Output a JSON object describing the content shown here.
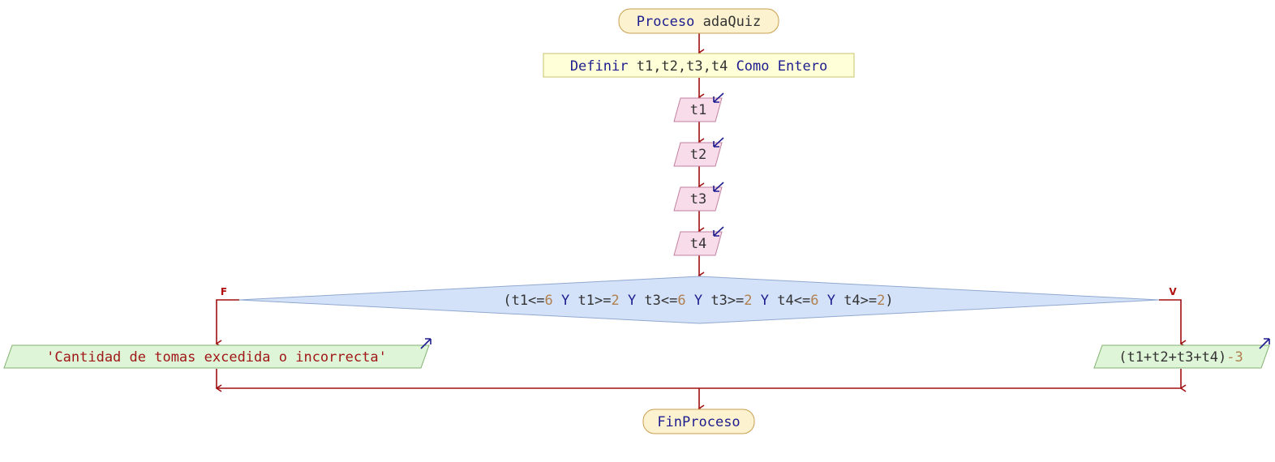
{
  "flowchart": {
    "start": {
      "keyword": "Proceso",
      "name": "adaQuiz"
    },
    "define": {
      "keyword": "Definir",
      "vars": "t1,t2,t3,t4",
      "keyword2": "Como",
      "type": "Entero"
    },
    "reads": [
      "t1",
      "t2",
      "t3",
      "t4"
    ],
    "decision": {
      "tokens": [
        {
          "t": "(t1<=",
          "c": "var"
        },
        {
          "t": "6",
          "c": "num"
        },
        {
          "t": " Y ",
          "c": "kw"
        },
        {
          "t": "t1>=",
          "c": "var"
        },
        {
          "t": "2",
          "c": "num"
        },
        {
          "t": " Y ",
          "c": "kw"
        },
        {
          "t": "t3<=",
          "c": "var"
        },
        {
          "t": "6",
          "c": "num"
        },
        {
          "t": " Y ",
          "c": "kw"
        },
        {
          "t": "t3>=",
          "c": "var"
        },
        {
          "t": "2",
          "c": "num"
        },
        {
          "t": " Y ",
          "c": "kw"
        },
        {
          "t": "t4<=",
          "c": "var"
        },
        {
          "t": "6",
          "c": "num"
        },
        {
          "t": " Y ",
          "c": "kw"
        },
        {
          "t": "t4>=",
          "c": "var"
        },
        {
          "t": "2",
          "c": "num"
        },
        {
          "t": ")",
          "c": "var"
        }
      ],
      "false_label": "F",
      "true_label": "V"
    },
    "output_false": "'Cantidad de tomas excedida o incorrecta'",
    "output_true": {
      "expr": "(t1+t2+t3+t4)",
      "op": "-",
      "num": "3"
    },
    "end": "FinProceso"
  },
  "colors": {
    "arrow": "#a01010",
    "terminal_fill": "#fdf2cf",
    "define_fill": "#ffffd8",
    "input_fill": "#f9dcea",
    "decision_fill": "#d3e2f8",
    "output_fill": "#dff5d8"
  },
  "icons": [
    "input-arrow-icon",
    "output-arrow-icon"
  ]
}
